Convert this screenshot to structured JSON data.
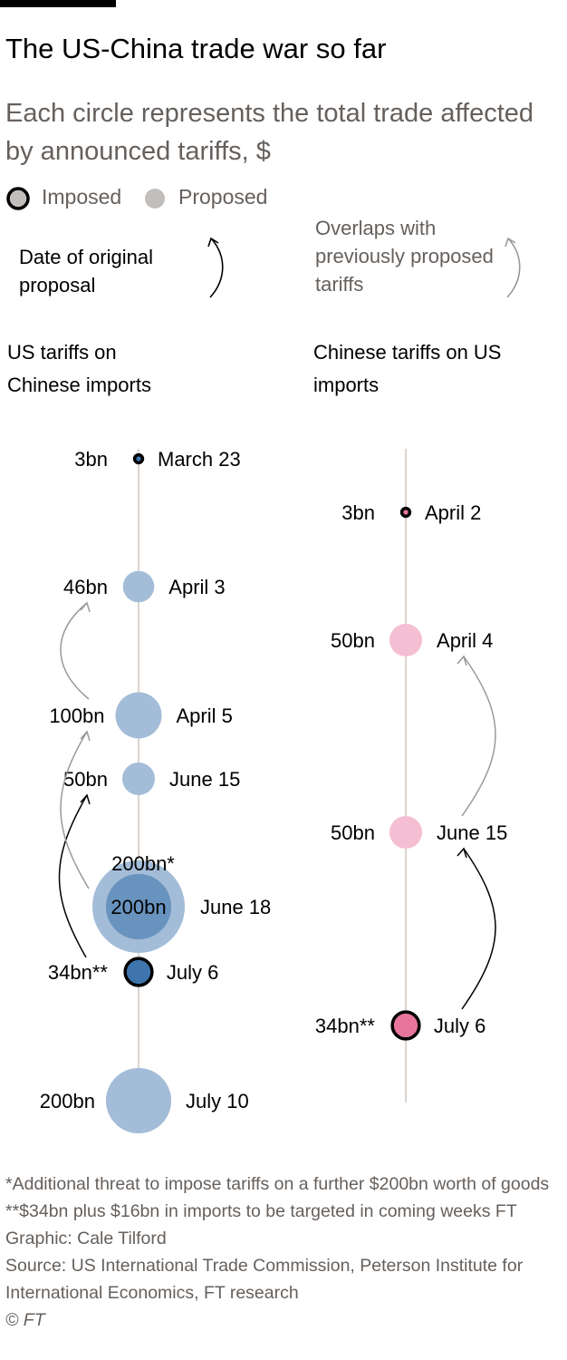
{
  "title": "The US-China trade war so far",
  "subtitle": "Each circle represents the total trade affected by announced tariffs, $",
  "legend": {
    "imposed": "Imposed",
    "proposed": "Proposed",
    "original_date": "Date of original proposal",
    "overlaps": "Overlaps with previously proposed tariffs"
  },
  "colors": {
    "us_proposed": "#a3bcd8",
    "us_inner": "#6893be",
    "us_imposed": "#3f75ad",
    "cn_proposed": "#f5bfd3",
    "cn_imposed": "#e8759c",
    "axis": "#c9bdb3",
    "gray_arrow": "#999999",
    "legend_gray": "#c2bebc"
  },
  "chart_data": {
    "type": "bubble-timeline",
    "unit": "$bn",
    "panels": [
      {
        "title": "US tariffs on Chinese imports",
        "points": [
          {
            "value": 3,
            "label": "3bn",
            "date": "March 23",
            "status": "imposed"
          },
          {
            "value": 46,
            "label": "46bn",
            "date": "April 3",
            "status": "proposed"
          },
          {
            "value": 100,
            "label": "100bn",
            "date": "April 5",
            "status": "proposed"
          },
          {
            "value": 50,
            "label": "50bn",
            "date": "June 15",
            "status": "proposed"
          },
          {
            "value": 200,
            "label": "200bn",
            "date": "June 18",
            "status": "proposed",
            "additional_threat": 200,
            "additional_label": "200bn*"
          },
          {
            "value": 34,
            "label": "34bn**",
            "date": "July 6",
            "status": "imposed"
          },
          {
            "value": 200,
            "label": "200bn",
            "date": "July 10",
            "status": "proposed"
          }
        ],
        "links": [
          {
            "from": "July 6",
            "to": "June 15",
            "type": "original-date"
          },
          {
            "from": "June 18",
            "to": "April 5",
            "type": "overlap"
          },
          {
            "from": "April 5",
            "to": "April 3",
            "type": "overlap"
          }
        ]
      },
      {
        "title": "Chinese tariffs on US imports",
        "points": [
          {
            "value": 3,
            "label": "3bn",
            "date": "April 2",
            "status": "imposed"
          },
          {
            "value": 50,
            "label": "50bn",
            "date": "April 4",
            "status": "proposed"
          },
          {
            "value": 50,
            "label": "50bn",
            "date": "June 15",
            "status": "proposed"
          },
          {
            "value": 34,
            "label": "34bn**",
            "date": "July 6",
            "status": "imposed"
          }
        ],
        "links": [
          {
            "from": "July 6",
            "to": "June 15",
            "type": "original-date"
          },
          {
            "from": "June 15",
            "to": "April 4",
            "type": "overlap"
          }
        ]
      }
    ]
  },
  "footer": {
    "note1": "*Additional threat to impose tariffs on a further $200bn worth of goods",
    "note2": "**$34bn plus $16bn in imports to be targeted in coming weeks  FT Graphic: Cale Tilford",
    "source": "Source: US International Trade Commission, Peterson Institute for International Economics, FT research",
    "copyright": "© FT"
  }
}
